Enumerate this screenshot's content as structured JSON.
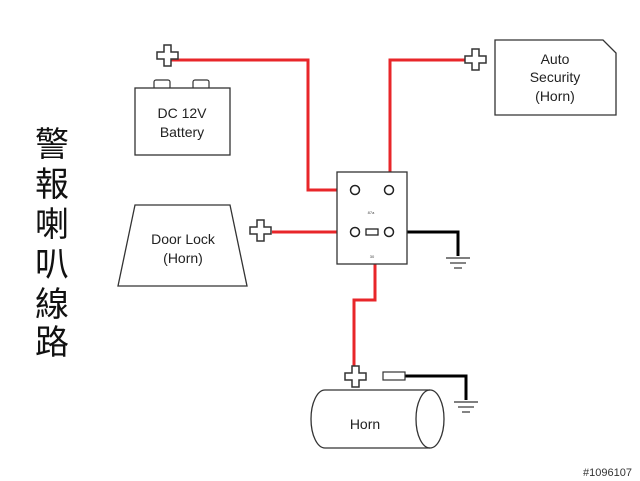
{
  "title_vertical": [
    "警",
    "報",
    "喇",
    "叭",
    "線",
    "路"
  ],
  "battery": {
    "line1": "DC 12V",
    "line2": "Battery"
  },
  "auto_security": {
    "line1": "Auto",
    "line2": "Security",
    "line3": "(Horn)"
  },
  "door_lock": {
    "line1": "Door Lock",
    "line2": "(Horn)"
  },
  "horn": {
    "label": "Horn"
  },
  "relay": {
    "label_top": "87a",
    "label_bottom": "30"
  },
  "watermark": "#1096107",
  "colors": {
    "wire_positive": "#e8262a",
    "wire_ground": "#000000",
    "outline": "#333333"
  }
}
